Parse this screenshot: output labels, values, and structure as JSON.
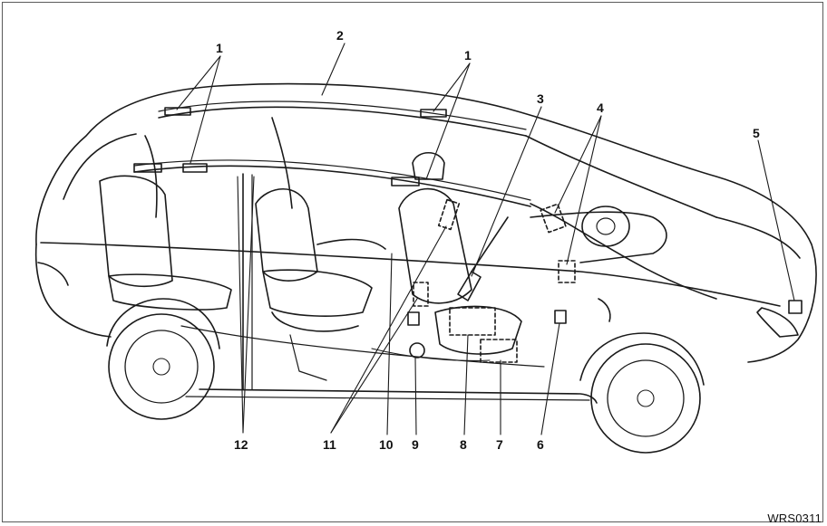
{
  "figure": {
    "code": "WRS0311"
  },
  "callouts": {
    "c1a": "1",
    "c1b": "1",
    "c2": "2",
    "c3": "3",
    "c4": "4",
    "c5": "5",
    "c6": "6",
    "c7": "7",
    "c8": "8",
    "c9": "9",
    "c10": "10",
    "c11": "11",
    "c12": "12"
  },
  "colors": {
    "line": "#1a1a1a",
    "background": "#ffffff",
    "frame": "#5a5a5a"
  }
}
